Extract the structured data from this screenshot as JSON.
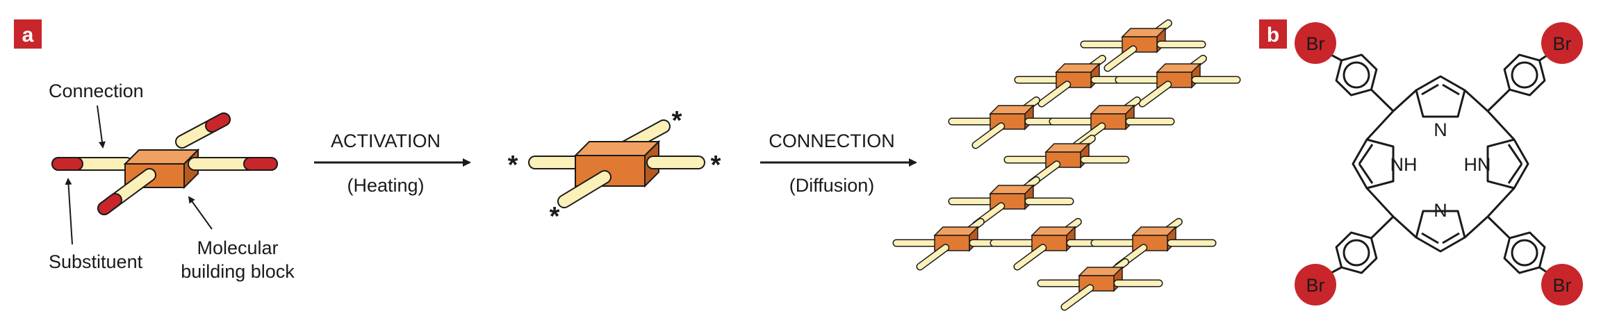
{
  "panels": {
    "a": {
      "tag": "a"
    },
    "b": {
      "tag": "b"
    }
  },
  "labels": {
    "connection": "Connection",
    "substituent": "Substituent",
    "molecular_line1": "Molecular",
    "molecular_line2": "building block"
  },
  "steps": {
    "activation_title": "ACTIVATION",
    "activation_sub": "(Heating)",
    "connection_title": "CONNECTION",
    "connection_sub": "(Diffusion)"
  },
  "markers": {
    "radical": "*"
  },
  "molecule": {
    "bromine": "Br",
    "n_top": "N",
    "n_bottom": "N",
    "nh_left": "NH",
    "nh_right": "HN"
  },
  "colors": {
    "panel_tag_bg": "#c8262b",
    "cube": "#e07a32",
    "rod": "#fbf0b8",
    "substituent_cap": "#c8262b",
    "bromine_disc": "#c8262b"
  }
}
